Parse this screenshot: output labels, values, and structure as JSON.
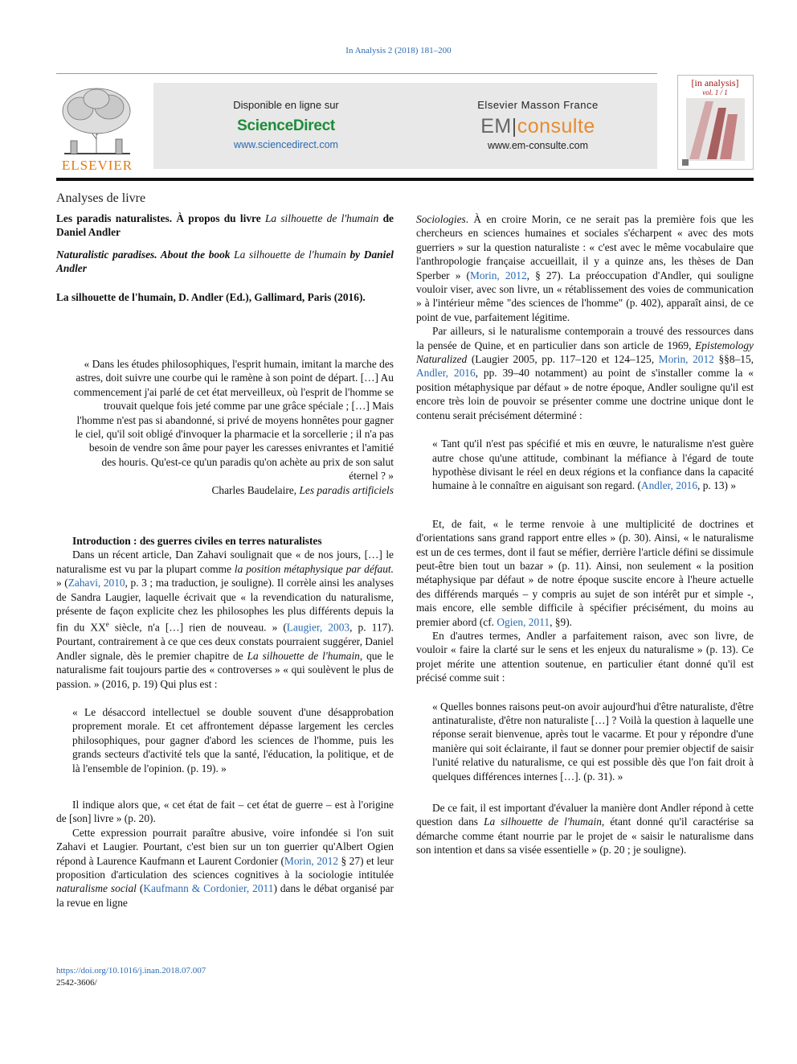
{
  "header": {
    "citation": "In Analysis 2 (2018) 181–200",
    "publisher_logo_text": "ELSEVIER",
    "sd_available": "Disponible en ligne sur",
    "sd_brand": "ScienceDirect",
    "sd_url": "www.sciencedirect.com",
    "em_publisher": "Elsevier Masson France",
    "em_brand_a": "EM",
    "em_brand_b": "consulte",
    "em_url": "www.em-consulte.com",
    "cover_title": "[in analysis]",
    "cover_vol": "vol. 1 / 1"
  },
  "article": {
    "section": "Analyses de livre",
    "title_fr_a": "Les paradis naturalistes. À propos du livre ",
    "title_fr_b": "La silhouette de l'humain",
    "title_fr_c": " de Daniel Andler",
    "title_en_a": "Naturalistic paradises. About the book ",
    "title_en_b": "La silhouette de l'humain",
    "title_en_c": " by Daniel Andler",
    "book_ref": "La silhouette de l'humain, D. Andler (Ed.), Gallimard, Paris (2016).",
    "epigraph": "« Dans les études philosophiques, l'esprit humain, imitant la marche des astres, doit suivre une courbe qui le ramène à son point de départ. […] Au commencement j'ai parlé de cet état merveilleux, où l'esprit de l'homme se trouvait quelque fois jeté comme par une grâce spéciale ; […] Mais l'homme n'est pas si abandonné, si privé de moyens honnêtes pour gagner le ciel, qu'il soit obligé d'invoquer la pharmacie et la sorcellerie ; il n'a pas besoin de vendre son âme pour payer les caresses enivrantes et l'amitié des houris. Qu'est-ce qu'un paradis qu'on achète au prix de son salut éternel ? »",
    "epigraph_author": "Charles Baudelaire, ",
    "epigraph_work": "Les paradis artificiels",
    "intro_heading": "Introduction : des guerres civiles en terres naturalistes"
  },
  "left_column": {
    "p1": "Dans un récent article, Dan Zahavi soulignait que « de nos jours, […] le naturalisme est vu par la plupart comme ",
    "p1_italic": "la position métaphysique par défaut.",
    "p1_b": " » (",
    "p1_link1": "Zahavi, 2010",
    "p1_c": ", p. 3 ; ma traduction, je souligne). Il corrèle ainsi les analyses de Sandra Laugier, laquelle écrivait que « la revendication du naturalisme, présente de façon explicite chez les philosophes les plus différents depuis la fin du XX",
    "p1_sup": "e",
    "p1_d": " siècle, n'a […] rien de nouveau. » (",
    "p1_link2": "Laugier, 2003",
    "p1_e": ", p. 117). Pourtant, contrairement à ce que ces deux constats pourraient suggérer, Daniel Andler signale, dès le premier chapitre de ",
    "p1_italic2": "La silhouette de l'humain",
    "p1_f": ", que le naturalisme fait toujours partie des « controverses » « qui soulèvent le plus de passion. » (2016, p. 19) Qui plus est :",
    "quote1": "« Le désaccord intellectuel se double souvent d'une désapprobation proprement morale. Et cet affrontement dépasse largement les cercles philosophiques, pour gagner d'abord les sciences de l'homme, puis les grands secteurs d'activité tels que la santé, l'éducation, la politique, et de là l'ensemble de l'opinion. (p. 19). »",
    "p2": "Il indique alors que, « cet état de fait – cet état de guerre – est à l'origine de [son] livre » (p. 20).",
    "p3_a": "Cette expression pourrait paraître abusive, voire infondée si l'on suit Zahavi et Laugier. Pourtant, c'est bien sur un ton guerrier qu'Albert Ogien répond à Laurence Kaufmann et Laurent Cordonier (",
    "p3_link1": "Morin, 2012",
    "p3_b": " § 27) et leur proposition d'articulation des sciences cognitives à la sociologie intitulée ",
    "p3_italic": "naturalisme social",
    "p3_c": " (",
    "p3_link2": "Kaufmann & Cordonier, 2011",
    "p3_d": ") dans le débat organisé par la revue en ligne"
  },
  "right_column": {
    "p1_italic": "Sociologies",
    "p1_a": ". À en croire Morin, ce ne serait pas la première fois que les chercheurs en sciences humaines et sociales s'écharpent « avec des mots guerriers » sur la question naturaliste : « c'est avec le même vocabulaire que l'anthropologie française accueillait, il y a quinze ans, les thèses de Dan Sperber » (",
    "p1_link": "Morin, 2012",
    "p1_b": ", § 27). La préoccupation d'Andler, qui souligne vouloir viser, avec son livre, un « rétablissement des voies de communication » à l'intérieur même \"des sciences de l'homme\" (p. 402), apparaît ainsi, de ce point de vue, parfaitement légitime.",
    "p2_a": "Par ailleurs, si le naturalisme contemporain a trouvé des ressources dans la pensée de Quine, et en particulier dans son article de 1969, ",
    "p2_italic": "Epistemology Naturalized",
    "p2_b": " (Laugier 2005, pp. 117–120 et 124–125, ",
    "p2_link1": "Morin, 2012",
    "p2_c": " §§8–15, ",
    "p2_link2": "Andler, 2016",
    "p2_d": ", pp. 39–40 notamment) au point de s'installer comme la « position métaphysique par défaut » de notre époque, Andler souligne qu'il est encore très loin de pouvoir se présenter comme une doctrine unique dont le contenu serait précisément déterminé :",
    "quote1_a": "« Tant qu'il n'est pas spécifié et mis en œuvre, le naturalisme n'est guère autre chose qu'une attitude, combinant la méfiance à l'égard de toute hypothèse divisant le réel en deux régions et la confiance dans la capacité humaine à le connaître en aiguisant son regard. (",
    "quote1_link": "Andler, 2016",
    "quote1_b": ", p. 13) »",
    "p3_a": "Et, de fait, « le terme renvoie à une multiplicité de doctrines et d'orientations sans grand rapport entre elles » (p. 30). Ainsi, « le naturalisme est un de ces termes, dont il faut se méfier, derrière l'article défini se dissimule peut-être bien tout un bazar » (p. 11). Ainsi, non seulement « la position métaphysique par défaut » de notre époque suscite encore à l'heure actuelle des différends marqués – y compris au sujet de son intérêt pur et simple -, mais encore, elle semble difficile à spécifier précisément, du moins au premier abord (cf. ",
    "p3_link": "Ogien, 2011",
    "p3_b": ", §9).",
    "p4": "En d'autres termes, Andler a parfaitement raison, avec son livre, de vouloir « faire la clarté sur le sens et les enjeux du naturalisme » (p. 13). Ce projet mérite une attention soutenue, en particulier étant donné qu'il est précisé comme suit :",
    "quote2": "« Quelles bonnes raisons peut-on avoir aujourd'hui d'être naturaliste, d'être antinaturaliste, d'être non naturaliste […] ? Voilà la question à laquelle une réponse serait bienvenue, après tout le vacarme. Et pour y répondre d'une manière qui soit éclairante, il faut se donner pour premier objectif de saisir l'unité relative du naturalisme, ce qui est possible dès que l'on fait droit à quelques différences internes […]. (p. 31). »",
    "p5_a": "De ce fait, il est important d'évaluer la manière dont Andler répond à cette question dans ",
    "p5_italic": "La silhouette de l'humain",
    "p5_b": ", étant donné qu'il caractérise sa démarche comme étant nourrie par le projet de « saisir le naturalisme dans son intention et dans sa visée essentielle » (p. 20 ; je souligne)."
  },
  "footer": {
    "doi": "https://doi.org/10.1016/j.inan.2018.07.007",
    "issn": "2542-3606/"
  }
}
